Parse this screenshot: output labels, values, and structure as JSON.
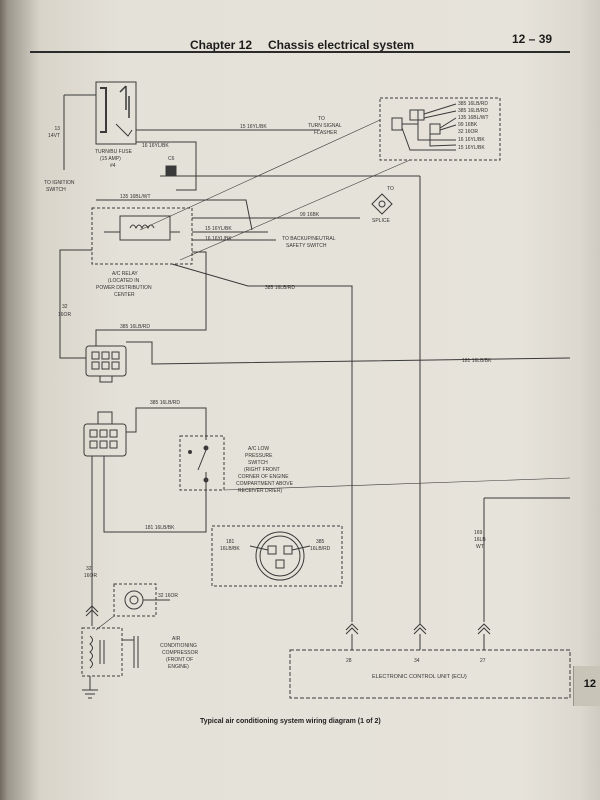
{
  "header": {
    "chapter": "Chapter 12",
    "title": "Chassis electrical system",
    "page_number": "12 – 39"
  },
  "tab_label": "12",
  "caption": "Typical air conditioning system wiring diagram (1 of 2)",
  "labels": {
    "w_14vt_num": "13",
    "w_14vt": "14VT",
    "to_ignition_1": "TO IGNITION",
    "to_ignition_2": "SWITCH",
    "fuse_1": "TURN/BU FUSE",
    "fuse_2": "(15 AMP)",
    "fuse_3": "#4",
    "fuse_wire": "16  16YL/BK",
    "c6": "C6",
    "flasher_wire": "15  16YL/BK",
    "to_flasher_1": "TO",
    "to_flasher_2": "TURN SIGNAL",
    "to_flasher_3": "FLASHER",
    "w135": "135  16BL/WT",
    "w99": "99  16BK",
    "to_splice_top": "TO",
    "splice": "SPLICE",
    "backup_w1": "15  16YL/BK",
    "backup_w2": "16  16YL/BK",
    "backup_1": "TO BACKUP/NEUTRAL",
    "backup_2": "SAFETY SWITCH",
    "relay_1": "A/C RELAY",
    "relay_2": "(LOCATED IN",
    "relay_3": "POWER DISTRIBUTION",
    "relay_4": "CENTER",
    "w385_mid": "385  16LB/RD",
    "w32_num": "32",
    "w32": "16OR",
    "w385_left": "385  16LB/RD",
    "w181_right": "181  16LB/BK",
    "w385_conn": "385  16LB/RD",
    "switch_1": "A/C LOW",
    "switch_2": "PRESSURE",
    "switch_3": "SWITCH",
    "switch_4": "(RIGHT FRONT",
    "switch_5": "CORNER OF ENGINE",
    "switch_6": "COMPARTMENT ABOVE",
    "switch_7": "RECEIVER DRIER)",
    "w181_bottom": "181  16LB/BK",
    "det_181_num": "181",
    "det_181": "16LB/BK",
    "det_385_num": "385",
    "det_385": "16LB/RD",
    "w32_lower_num": "32",
    "w32_lower": "16OR",
    "comp_wire": "32  16OR",
    "comp_1": "AIR",
    "comp_2": "CONDITIONING",
    "comp_3": "COMPRESSOR",
    "comp_4": "(FRONT OF",
    "comp_5": "ENGINE)",
    "w169_num": "169",
    "w169_a": "16LB",
    "w169_b": "WT",
    "ecu_pin_28": "28",
    "ecu_pin_34": "34",
    "ecu_pin_27": "27",
    "ecu": "ELECTRONIC CONTROL UNIT (ECU)",
    "inset_1": "385  16LB/RD",
    "inset_2": "385  16LB/RD",
    "inset_3": "135  16BL/WT",
    "inset_4": "99  16BK",
    "inset_5": "32  16OR",
    "inset_6": "16  16YL/BK",
    "inset_7": "15  16YL/BK"
  }
}
